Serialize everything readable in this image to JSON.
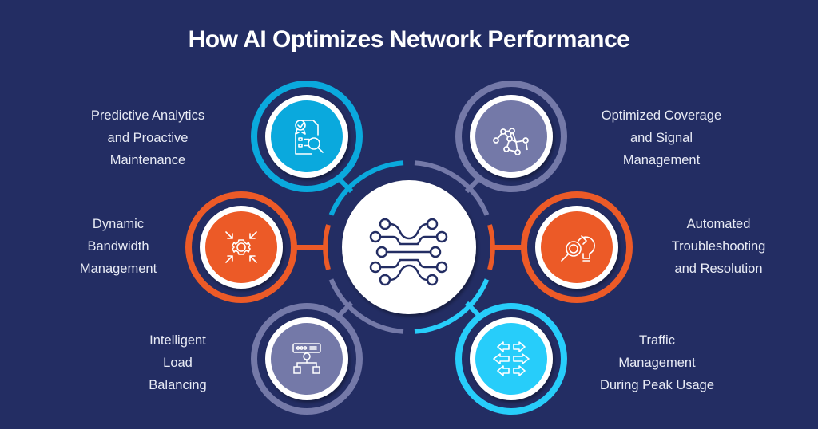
{
  "title": "How AI Optimizes Network Performance",
  "colors": {
    "background": "#232d63",
    "blue": "#0aa9dd",
    "slate": "#7479a8",
    "orange": "#ec5a27",
    "cyan": "#27cdfa",
    "white": "#ffffff",
    "ring_gap": "#1b2456"
  },
  "center": {
    "icon": "neural-circuit-icon"
  },
  "items": [
    {
      "id": "predictive",
      "lines": [
        "Predictive Analytics",
        "and Proactive",
        "Maintenance"
      ],
      "icon": "document-search-icon",
      "color": "blue",
      "position": "top-left"
    },
    {
      "id": "coverage",
      "lines": [
        "Optimized Coverage",
        "and Signal",
        "Management"
      ],
      "icon": "network-nodes-icon",
      "color": "slate",
      "position": "top-right"
    },
    {
      "id": "bandwidth",
      "lines": [
        "Dynamic",
        "Bandwidth",
        "Management"
      ],
      "icon": "gear-arrows-icon",
      "color": "orange",
      "position": "middle-left"
    },
    {
      "id": "troubleshooting",
      "lines": [
        "Automated",
        "Troubleshooting",
        "and Resolution"
      ],
      "icon": "magnifier-bulb-icon",
      "color": "orange",
      "position": "middle-right"
    },
    {
      "id": "loadbalancing",
      "lines": [
        "Intelligent",
        "Load",
        "Balancing"
      ],
      "icon": "server-hierarchy-icon",
      "color": "slate",
      "position": "bottom-left"
    },
    {
      "id": "traffic",
      "lines": [
        "Traffic",
        "Management",
        "During Peak Usage"
      ],
      "icon": "bidirectional-arrows-icon",
      "color": "cyan",
      "position": "bottom-right"
    }
  ]
}
